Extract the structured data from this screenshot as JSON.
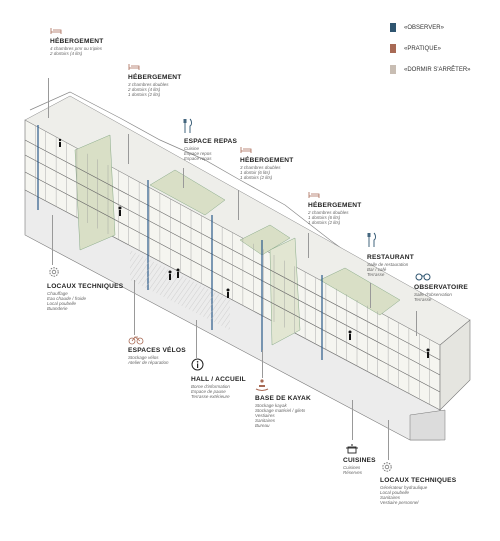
{
  "colors": {
    "observer": "#2f5570",
    "pratique": "#a86a55",
    "dormir": "#c8bdb3",
    "structure": "#555555",
    "glass": "#d9dfc6",
    "pipe": "#2a5a8a"
  },
  "legend": [
    {
      "label": "«OBSERVER»",
      "color": "#2f5570"
    },
    {
      "label": "«PRATIQUE»",
      "color": "#a86a55"
    },
    {
      "label": "«DORMIR S'ARRÊTER»",
      "color": "#c8bdb3"
    }
  ],
  "labels": {
    "heb1": {
      "title": "HÉBERGEMENT",
      "lines": [
        "4 chambres pmr ou triples",
        "2 dortoirs (4 lits)"
      ],
      "icon": "bed-icon"
    },
    "heb2": {
      "title": "HÉBERGEMENT",
      "lines": [
        "3 chambres doubles",
        "2 dortoirs (4 lits)",
        "1 dortoirs (2 lits)"
      ],
      "icon": "bed-icon"
    },
    "repas": {
      "title": "ESPACE REPAS",
      "lines": [
        "Cuisine",
        "Espace repos",
        "Espace repas"
      ],
      "icon": "cutlery-icon"
    },
    "heb3": {
      "title": "HÉBERGEMENT",
      "lines": [
        "3 chambres doubles",
        "1 dortoir (6 lits)",
        "1 dortoirs (2 lits)"
      ],
      "icon": "bed-icon"
    },
    "heb4": {
      "title": "HÉBERGEMENT",
      "lines": [
        "2 chambres doubles",
        "1 dortoirs (6 lits)",
        "1 dortoirs (2 lits)"
      ],
      "icon": "bed-icon"
    },
    "restaurant": {
      "title": "RESTAURANT",
      "lines": [
        "Salle de restauration",
        "Bar / café",
        "Terrasse"
      ],
      "icon": "cutlery-icon"
    },
    "observatoire": {
      "title": "OBSERVATOIRE",
      "lines": [
        "Salle d'observation",
        "Terrasse"
      ],
      "icon": "binoculars-icon"
    },
    "loctech1": {
      "title": "LOCAUX TECHNIQUES",
      "lines": [
        "Chauffage",
        "Eau chaude / froide",
        "Local poubelle",
        "Buanderie"
      ],
      "icon": "gear-icon"
    },
    "velos": {
      "title": "ESPACES VÉLOS",
      "lines": [
        "Stockage vélos",
        "Atelier de réparation"
      ],
      "icon": "bicycle-icon"
    },
    "hall": {
      "title": "HALL / ACCUEIL",
      "lines": [
        "Borne d'information",
        "Espace de pause",
        "Terrasse extérieure"
      ],
      "icon": "info-icon"
    },
    "kayak": {
      "title": "BASE DE KAYAK",
      "lines": [
        "Stockage kayak",
        "Stockage matériel / gilets",
        "Vestiaires",
        "Sanitaires",
        "Bureau"
      ],
      "icon": "kayak-icon"
    },
    "cuisines": {
      "title": "CUISINES",
      "lines": [
        "Cuisines",
        "Réserves"
      ],
      "icon": "pot-icon"
    },
    "loctech2": {
      "title": "LOCAUX TECHNIQUES",
      "lines": [
        "Générateur hydraulique",
        "Local poubelle",
        "Sanitaires",
        "Vestiaire personnel"
      ],
      "icon": "gear-icon"
    }
  }
}
